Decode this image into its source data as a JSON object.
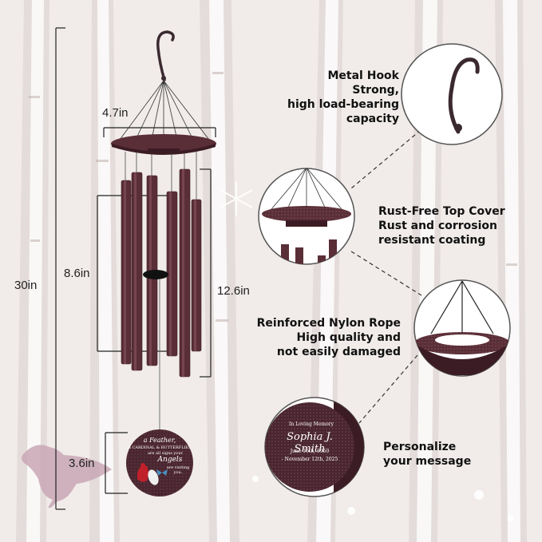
{
  "dimensions": {
    "top_width": "4.7in",
    "total_length": "30in",
    "short_tube": "8.6in",
    "long_tube": "12.6in",
    "disc": "3.6in"
  },
  "features": [
    {
      "title": "Metal Hook",
      "line1": "Strong,",
      "line2": "high load-bearing capacity",
      "icon": "hook-detail"
    },
    {
      "title": "Rust-Free Top Cover",
      "line1": "Rust and corrosion",
      "line2": "resistant coating",
      "icon": "top-cover-detail"
    },
    {
      "title": "Reinforced Nylon Rope",
      "line1": "High quality and",
      "line2": "not easily damaged",
      "icon": "rope-detail"
    },
    {
      "title": "Personalize",
      "line1": "your message",
      "line2": "",
      "icon": "disc-detail"
    }
  ],
  "disc_main": {
    "line1": "a Feather,",
    "line2": "A CARDINAL & BUTTERFLIES",
    "line3": "are all signs your",
    "line4": "Angels",
    "line5": "are visiting",
    "line6": "you."
  },
  "disc_detail": {
    "header": "In Loving Memory",
    "name": "Sophia J. Smith",
    "date1": "June 16th, 1950",
    "date2": "- November 12th, 2025"
  },
  "colors": {
    "metal": "#5a2e37",
    "metal_dark": "#3c1c24",
    "background": "#f3efee",
    "bird": "#c9a7b5",
    "line": "#333333"
  }
}
